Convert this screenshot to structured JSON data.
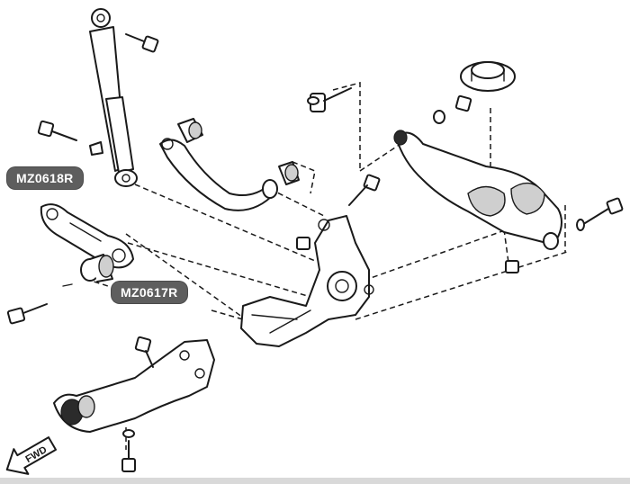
{
  "callouts": [
    {
      "label": "MZ0618R"
    },
    {
      "label": "MZ0617R"
    }
  ],
  "direction_marker": {
    "label": "FWD",
    "icon": "arrow-forward-icon"
  },
  "colors": {
    "callout_background": "#5e5e5e",
    "callout_text": "#ffffff",
    "line_art": "#1a1a1a"
  }
}
